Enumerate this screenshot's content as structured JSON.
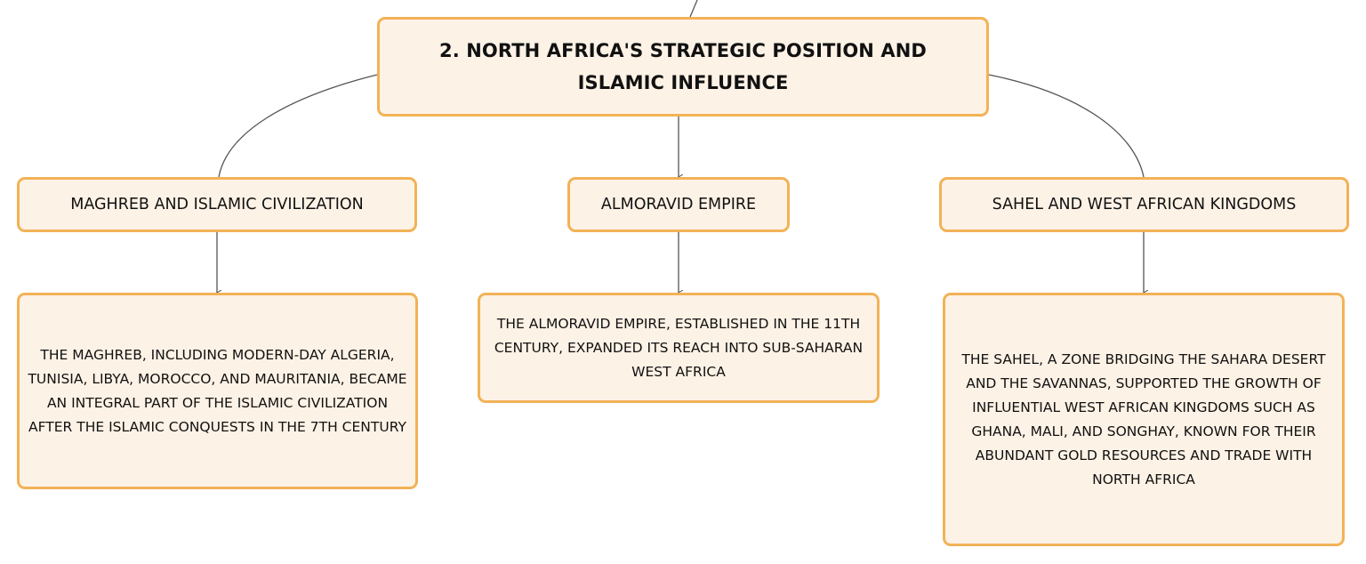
{
  "diagram": {
    "main_topic": "2. North Africa's Strategic Position and Islamic Influence",
    "subtopics": [
      {
        "title": "Maghreb and Islamic Civilization",
        "detail": "The Maghreb, including modern-day Algeria, Tunisia, Libya, Morocco, and Mauritania, became an integral part of the Islamic civilization after the Islamic conquests in the 7th century"
      },
      {
        "title": "Almoravid Empire",
        "detail": "The Almoravid Empire, established in the 11th century, expanded its reach into sub-Saharan West Africa"
      },
      {
        "title": "Sahel and West African Kingdoms",
        "detail": "The Sahel, a zone bridging the Sahara Desert and the savannas, supported the growth of influential West African kingdoms such as Ghana, Mali, and Songhay, known for their abundant gold resources and trade with North Africa"
      }
    ]
  },
  "colors": {
    "node_fill": "#fdf2e6",
    "node_border": "#f2b257",
    "connector": "#555555",
    "text": "#111111"
  }
}
